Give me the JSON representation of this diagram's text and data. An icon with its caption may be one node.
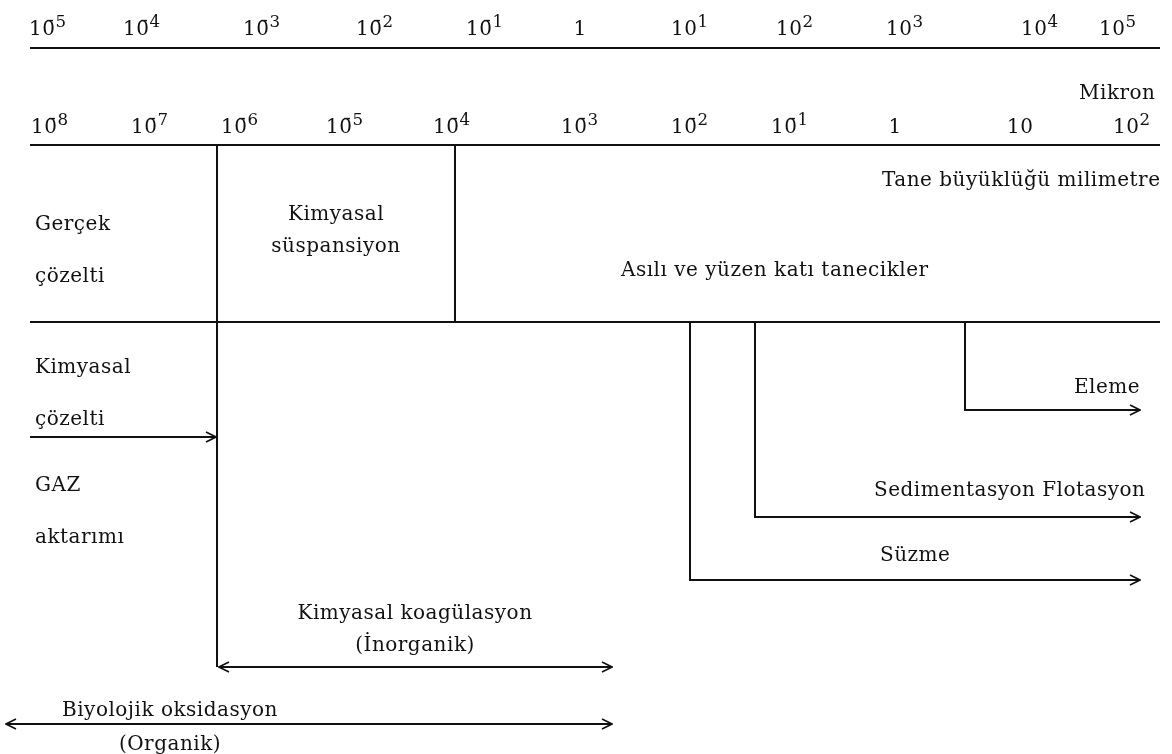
{
  "diagram": {
    "labels": [
      "10̄$^{5}$",
      "10̄$^{4}$",
      "10̄$^{3}$",
      "10̄$^{2}$",
      "10̄$^{1}$",
      "1",
      "10$^{1}$",
      "10$^{2}$",
      "10$^{3}$",
      "10$^{4}$",
      "10$^{5}$",
      "Mikron",
      "10̄$^{8}$",
      "10̄$^{7}$",
      "10̄$^{6}$",
      "10̄$^{5}$",
      "10̄$^{4}$",
      "10̄$^{3}$",
      "10̄$^{2}$",
      "10̄$^{1}$",
      "1",
      "10",
      "10$^{2}$",
      "Tane büyüklüğü milimetre",
      "Gerçek çözelti",
      "Kimyasal süspansiyon",
      "Asılı ve yüzen katı tanecikler",
      "Kimyasal çözelti",
      "Eleme",
      "GAZ aktarımı",
      "Sedimentasyon Flotasyon",
      "Süzme",
      "Kimyasal koagülasyon (İnorganik)",
      "Biyolojik oksidasyon (Organik)"
    ]
  }
}
